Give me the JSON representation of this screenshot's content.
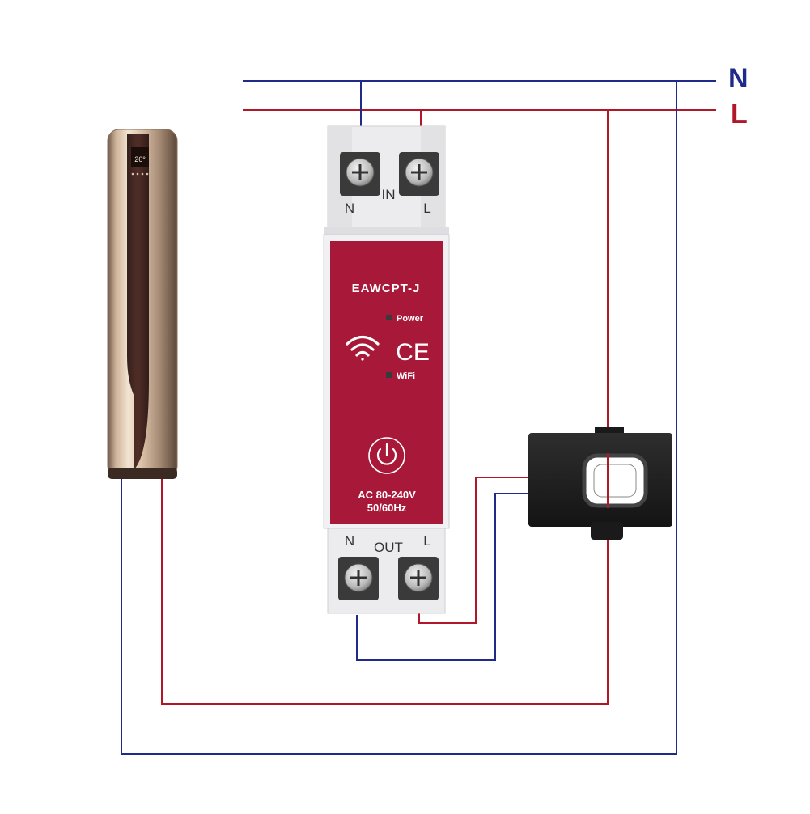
{
  "bus": {
    "neutral_label": "N",
    "live_label": "L",
    "neutral_color": "#1f2a8a",
    "live_color": "#b0182a"
  },
  "device": {
    "model": "EAWCPT-J",
    "in_label": "IN",
    "in_terminal_n": "N",
    "in_terminal_l": "L",
    "out_label": "OUT",
    "out_terminal_n": "N",
    "out_terminal_l": "L",
    "power_led_label": "Power",
    "wifi_led_label": "WiFi",
    "cert_mark": "CE",
    "rating_voltage": "AC 80-240V",
    "rating_frequency": "50/60Hz",
    "body_color": "#a81838",
    "icons": [
      "wifi-icon",
      "power-button-icon",
      "ce-mark-icon"
    ]
  },
  "appliance": {
    "display_reading": "26°"
  },
  "current_clamp": {
    "color": "#1c1c1c"
  }
}
